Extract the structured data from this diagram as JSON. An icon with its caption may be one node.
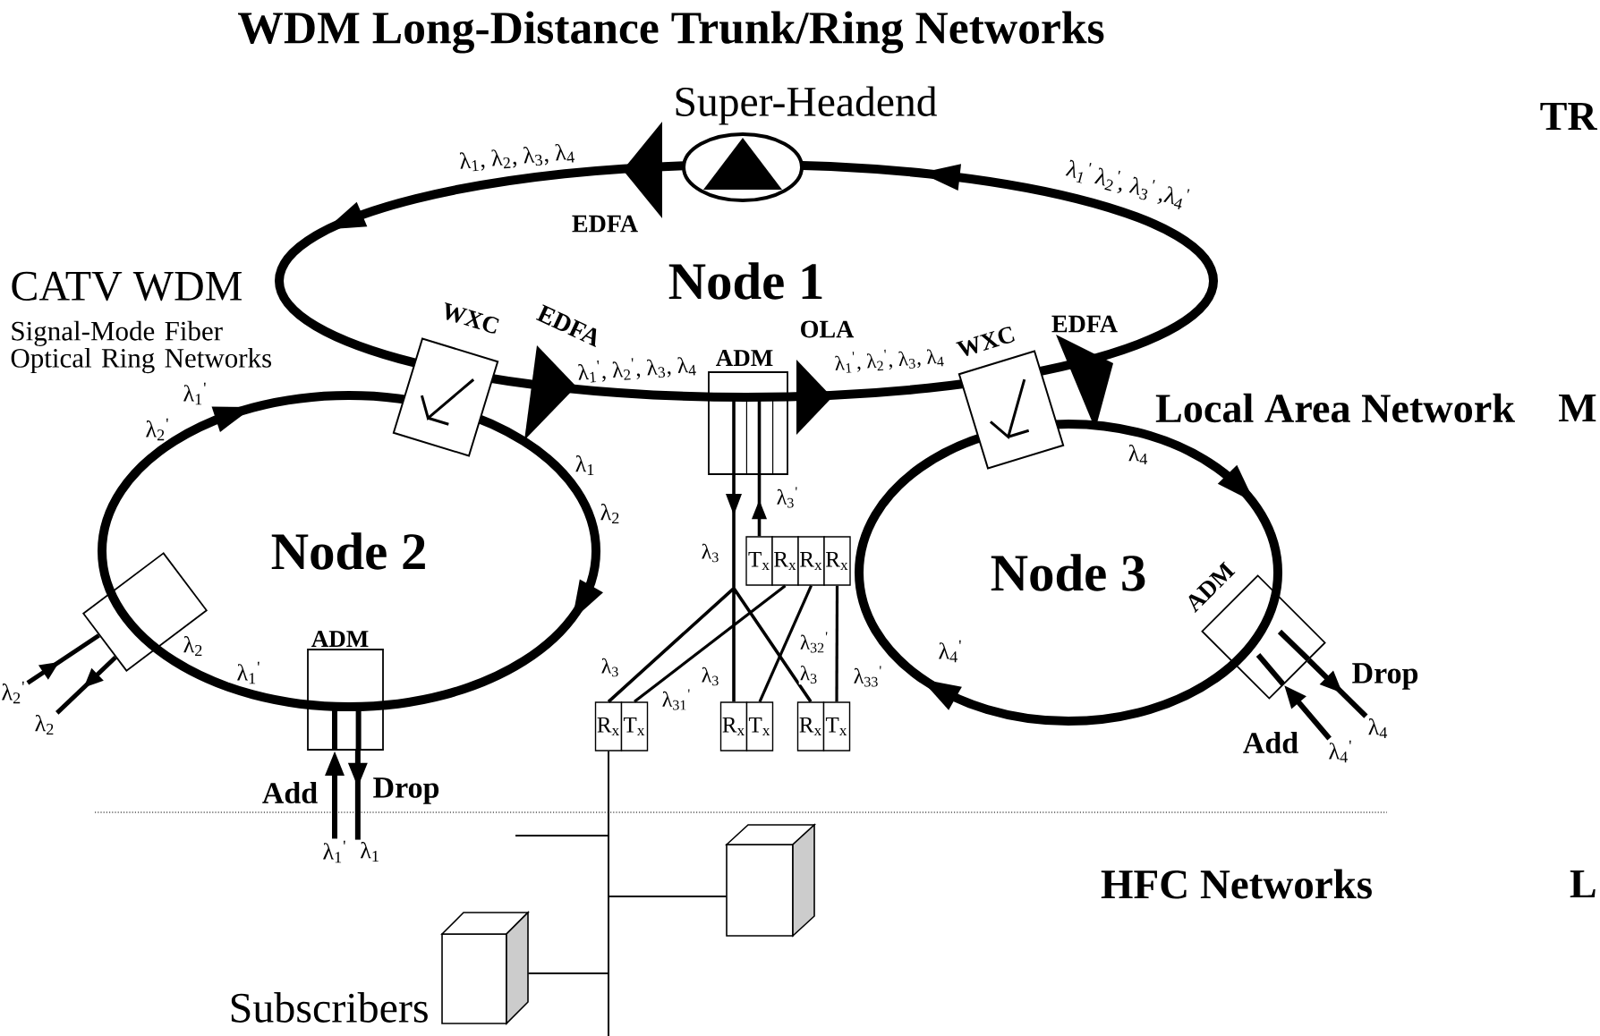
{
  "diagram": {
    "title": "WDM Long-Distance Trunk/Ring Networks",
    "nodes": [
      {
        "text": [
          "Super-Headend"
        ]
      },
      {
        "text": [
          "Node 1"
        ]
      },
      {
        "text": [],
        "shape": "box",
        "beside": [
          "WXC"
        ]
      },
      {
        "text": [],
        "shape": "box",
        "beside": [
          "ADM"
        ]
      },
      {
        "text": [],
        "shape": "box",
        "beside": [
          "WXC"
        ]
      },
      {
        "text": [
          "Node 2"
        ]
      },
      {
        "text": [],
        "shape": "box"
      },
      {
        "text": [
          "λ$_{2}$$^{'}$"
        ]
      },
      {
        "text": [
          "λ$_{2}$"
        ]
      },
      {
        "text": [],
        "shape": "box",
        "beside": [
          "ADM"
        ]
      },
      {
        "text": [
          "Node 3"
        ]
      },
      {
        "text": [],
        "shape": "diamond",
        "beside": [
          "ADM"
        ]
      },
      {
        "text": [
          "λ$_{4}$"
        ]
      },
      {
        "text": [
          "λ$_{4}$$^{'}$"
        ]
      },
      {
        "text": [
          "T$_{x}$"
        ]
      },
      {
        "text": [
          "R$_{x}$"
        ]
      },
      {
        "text": [
          "R$_{x}$"
        ]
      },
      {
        "text": [
          "R$_{x}$"
        ]
      },
      {
        "text": [
          "R$_{x}$"
        ]
      },
      {
        "text": [
          "T$_{x}$"
        ]
      },
      {
        "text": [
          "R$_{x}$"
        ]
      },
      {
        "text": [
          "T$_{x}$"
        ]
      },
      {
        "text": [
          "R$_{x}$"
        ]
      },
      {
        "text": [
          "T$_{x}$"
        ]
      },
      {
        "text": [
          "λ$_{1}$$^{'}$"
        ]
      },
      {
        "text": [
          "λ$_{1}$"
        ]
      },
      {
        "text": [],
        "shape": "box"
      },
      {
        "text": [],
        "shape": "box",
        "beside": [
          "Subscribers"
        ]
      }
    ],
    "edges": [
      {
        "from": 7,
        "to": 6,
        "arrow": "to"
      },
      {
        "from": 6,
        "to": 8,
        "arrow": "to"
      },
      {
        "from": 24,
        "to": 9,
        "arrow": "to",
        "label": "Add"
      },
      {
        "from": 9,
        "to": 25,
        "arrow": "to",
        "label": "Drop"
      },
      {
        "from": 11,
        "to": 12,
        "arrow": "to",
        "label": "Drop"
      },
      {
        "from": 13,
        "to": 11,
        "arrow": "to",
        "label": "Add"
      },
      {
        "from": 3,
        "to": 18,
        "arrow": "to",
        "label": "λ$_{3}$"
      },
      {
        "from": 3,
        "to": 20,
        "arrow": "to",
        "label": "λ$_{3}$"
      },
      {
        "from": 3,
        "to": 22,
        "arrow": "to",
        "label": "λ$_{3}$"
      },
      {
        "from": 14,
        "to": 3,
        "arrow": "to",
        "label": "λ$_{3}$$^{'}$"
      },
      {
        "from": 15,
        "to": 19,
        "arrow": "none",
        "label": "λ$_{31}$$^{'}$"
      },
      {
        "from": 16,
        "to": 21,
        "arrow": "none",
        "label": "λ$_{32}$$^{'}$"
      },
      {
        "from": 17,
        "to": 23,
        "arrow": "none",
        "label": "λ$_{33}$$^{'}$"
      },
      {
        "from": 18,
        "to": 26,
        "arrow": "none"
      },
      {
        "from": 18,
        "to": 27,
        "arrow": "none"
      },
      {
        "from": 18,
        "to": null,
        "arrow": "none"
      }
    ],
    "labels": [
      "TR",
      "λ$_{1}$, λ$_{2}$, λ$_{3}$, λ$_{4}$",
      "λ$_{1}$$^{'}$ λ$_{2}$$^{'}$, λ$_{3}$$^{'}$ ,λ$_{4}$$^{'}$",
      "EDFA",
      "CATV WDM",
      "Signal-Mode Fiber Optical Ring Networks",
      "EDFA",
      "OLA",
      "EDFA",
      "λ$_{1}$$^{'}$, λ$_{2}$$^{'}$, λ$_{3}$, λ$_{4}$",
      "λ$_{1}$$^{'}$, λ$_{2}$$^{'}$, λ$_{3}$, λ$_{4}$",
      "λ$_{1}$$^{'}$",
      "λ$_{2}$$^{'}$",
      "Local Area Network",
      "M",
      "λ$_{1}$",
      "λ$_{4}$",
      "λ$_{2}$",
      "λ$_{3}$",
      "λ$_{2}$",
      "λ$_{1}$$^{'}$",
      "λ$_{4}$$^{'}$",
      "HFC Networks",
      "L"
    ]
  }
}
